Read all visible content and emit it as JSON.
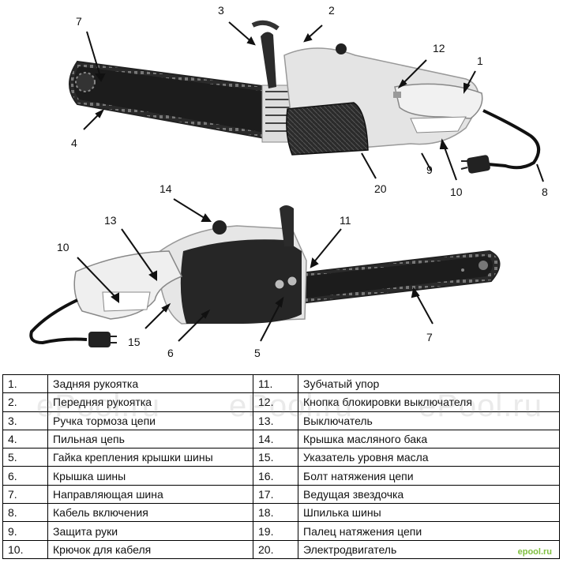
{
  "callouts_top": [
    "1",
    "2",
    "3",
    "4",
    "7",
    "8",
    "9",
    "10",
    "12",
    "20"
  ],
  "callouts_bottom": [
    "5",
    "6",
    "7",
    "10",
    "11",
    "13",
    "14",
    "15"
  ],
  "parts": [
    {
      "n": "1.",
      "name": "Задняя рукоятка",
      "n2": "11.",
      "name2": "Зубчатый упор"
    },
    {
      "n": "2.",
      "name": "Передняя рукоятка",
      "n2": "12.",
      "name2": "Кнопка блокировки выключателя"
    },
    {
      "n": "3.",
      "name": "Ручка тормоза цепи",
      "n2": "13.",
      "name2": "Выключатель"
    },
    {
      "n": "4.",
      "name": "Пильная цепь",
      "n2": "14.",
      "name2": "Крышка масляного бака"
    },
    {
      "n": "5.",
      "name": "Гайка крепления крышки шины",
      "n2": "15.",
      "name2": "Указатель уровня масла"
    },
    {
      "n": "6.",
      "name": "Крышка шины",
      "n2": "16.",
      "name2": "Болт натяжения цепи"
    },
    {
      "n": "7.",
      "name": "Направляющая шина",
      "n2": "17.",
      "name2": "Ведущая звездочка"
    },
    {
      "n": "8.",
      "name": "Кабель включения",
      "n2": "18.",
      "name2": "Шпилька шины"
    },
    {
      "n": "9.",
      "name": "Защита руки",
      "n2": "19.",
      "name2": "Палец натяжения цепи"
    },
    {
      "n": "10.",
      "name": "Крючок для кабеля",
      "n2": "20.",
      "name2": "Электродвигатель"
    }
  ],
  "watermark": "ePool.ru",
  "logo": "epool.ru"
}
